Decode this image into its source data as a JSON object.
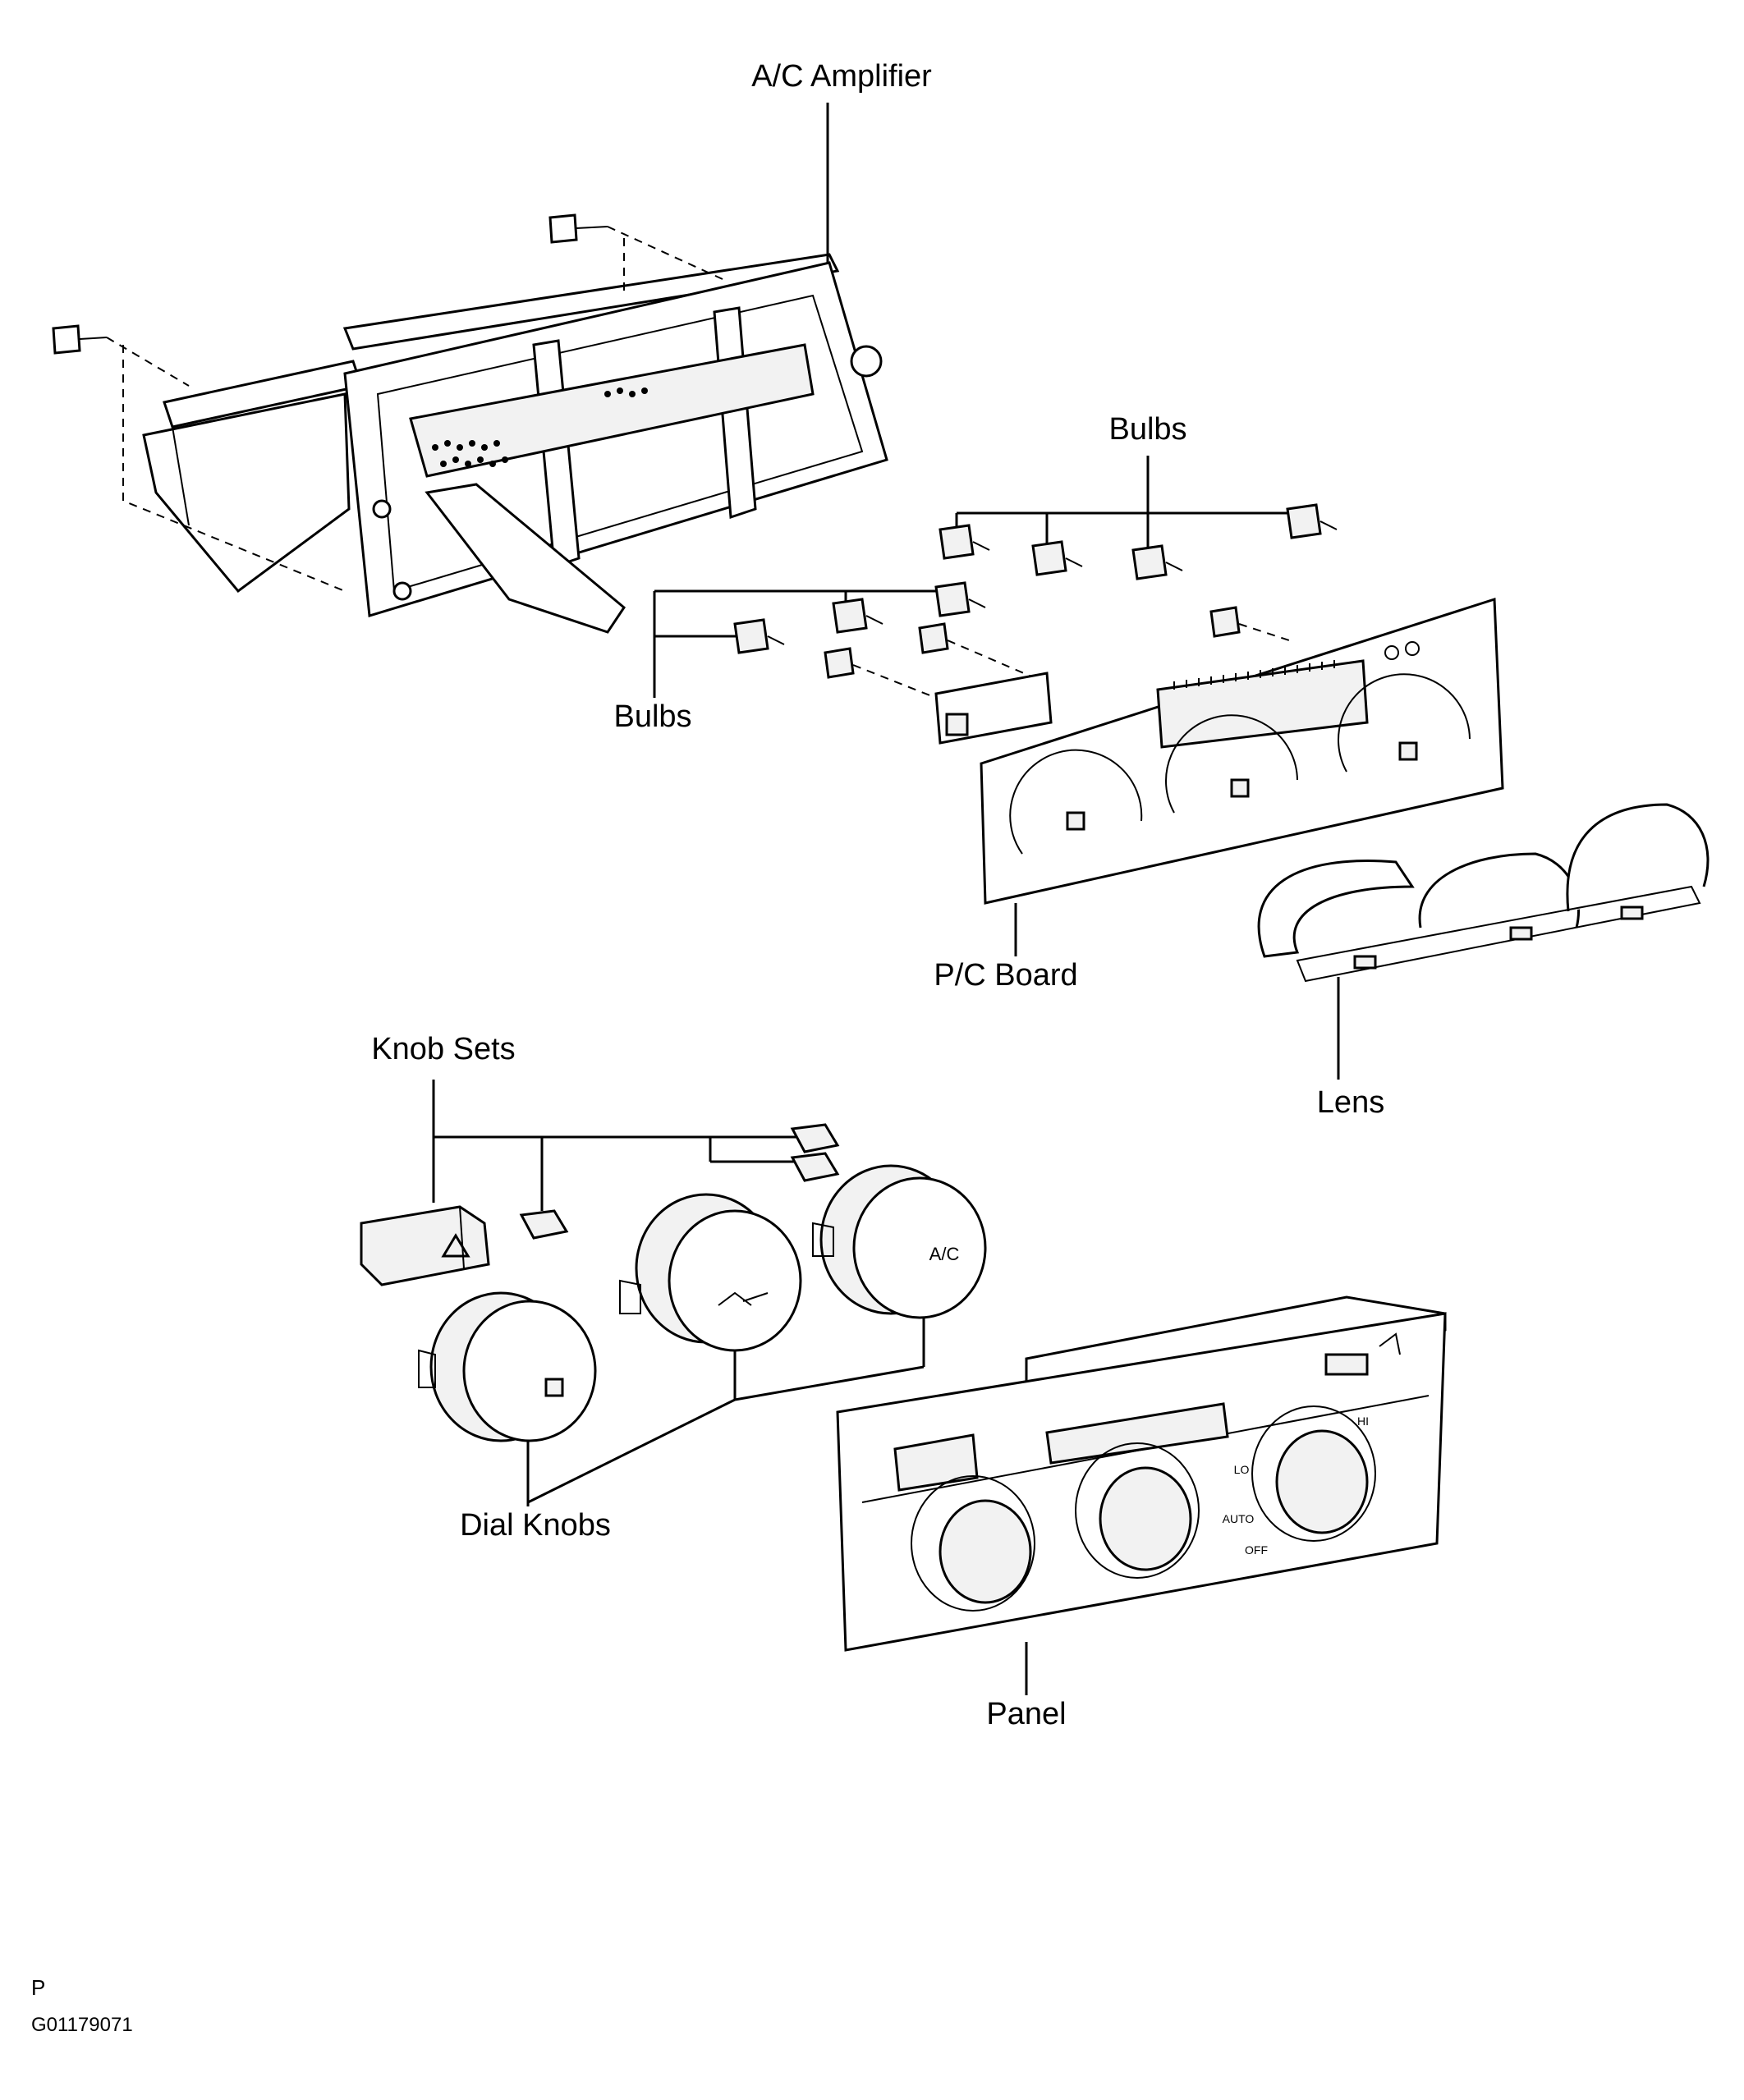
{
  "labels": {
    "ac_amplifier": "A/C Amplifier",
    "bulbs_upper": "Bulbs",
    "bulbs_lower": "Bulbs",
    "pc_board": "P/C Board",
    "lens": "Lens",
    "knob_sets": "Knob Sets",
    "dial_knobs": "Dial Knobs",
    "panel": "Panel"
  },
  "knob_text": {
    "ac": "A/C"
  },
  "panel_text": {
    "lo": "LO",
    "hi": "HI",
    "auto": "AUTO",
    "off": "OFF"
  },
  "footer": {
    "letter": "P",
    "code": "G01179071"
  }
}
